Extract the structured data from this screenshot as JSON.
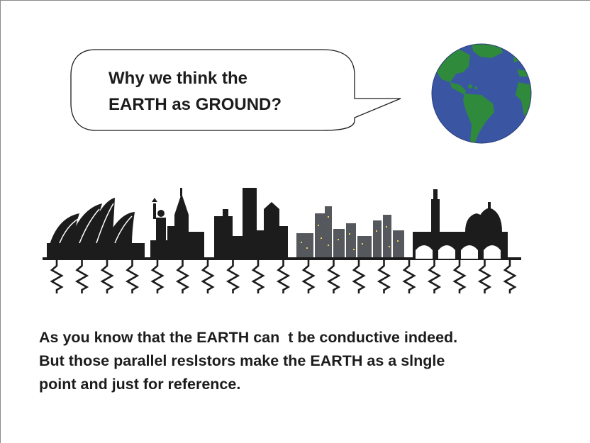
{
  "bubble": {
    "line1": "Why we think the",
    "line2": "EARTH as GROUND?"
  },
  "caption": {
    "line1": "As you know that the EARTH can  t be conductive indeed.",
    "line2": "But those parallel reslstors make the EARTH as a slngle",
    "line3": "point and just for reference."
  },
  "colors": {
    "ocean": "#3a56a3",
    "land": "#2f8a3c",
    "ink": "#1c1c1c",
    "skyline_gray": "#55585c"
  },
  "icons": [
    "speech-bubble",
    "earth-globe-icon",
    "city-skyline",
    "ground-resistor-icon"
  ],
  "resistor_count": 19
}
